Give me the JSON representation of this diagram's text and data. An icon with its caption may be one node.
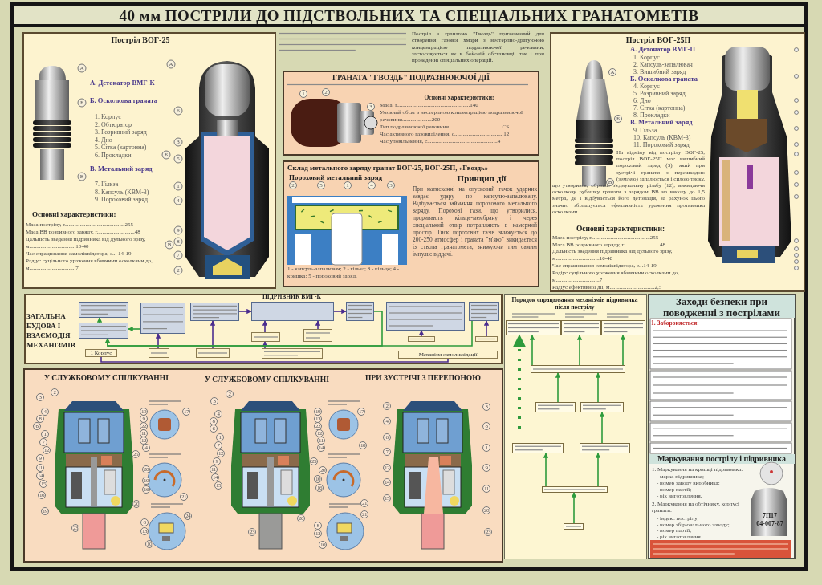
{
  "diagram": {
    "title": "40 мм ПОСТРІЛИ ДО ПІДСТВОЛЬНИХ ТА СПЕЦІАЛЬНИХ ГРАНАТОМЕТІВ",
    "nodes": [
      {
        "text": [
          "Постріл ВОГ-25",
          "А. Детонатор ВМГ-К",
          "Б. Осколкова граната",
          "1. Корпус",
          "2. Обтюратор",
          "3. Розривний заряд",
          "4. Дно",
          "5. Сітка (картонна)",
          "6. Прокладки",
          "В. Метальний заряд",
          "7. Гільза",
          "8. Капсуль (КВМ-3)",
          "9. Пороховий заряд",
          "Основні характеристики:",
          "Маса пострілу, г...........................................255",
          "Маса ВВ розривного заряду, г...........................48",
          "Дальність зведення підривника від дульного зрізу, м.................................10-40",
          "Час спрацювання самоліквідатора, с... 14-19",
          "Радіус суцільного ураження вбивчими осколками до, м.................................7"
        ]
      },
      {
        "text": [
          "ГРАНАТА \"ГВОЗДЬ\" ПОДРАЗНЮЮЧОЇ ДІЇ",
          "Основні характеристики:",
          "Маса, г....................................................140",
          "Умовний обсяг з нестерпною концентрацією подразнюючої речовини.....................200",
          "Тип подразнюючої речовини......................................CS",
          "Час активного газовиділення, с...................................12",
          "Час уповільнення, с..................................................4"
        ]
      },
      {
        "text": [
          "Склад метального заряду гранат ВОГ-25, ВОГ-25П, «Гвоздь»",
          "Пороховий метальний заряд",
          "Принцип дії",
          "При натисканні на спусковий гачок ударник завдає удару по капсулю-запалювачу. Відбувається займання порохового метального заряду. Порохові гази, що утворилися, проривають кільце-мембрану і через спеціальний отвір потрапляють в камерний простір. Тиск порохових газів знижується до 200-250 атмосфер і граната \"м'яко\" викидається із ствола гранатомета, знижуючи тим самим імпульс віддачі.",
          "1 - капсуль-запалювач; 2 - гільза; 3 - кільце; 4 - кришка; 5 - пороховий заряд."
        ]
      },
      {
        "text": [
          "Постріл ВОГ-25П",
          "А. Детонатор ВМГ-П",
          "1. Корпус",
          "2. Капсуль-запалювач",
          "3. Вишибний заряд",
          "Б. Осколкова граната",
          "4. Корпус",
          "5. Розривний заряд",
          "6. Дно",
          "7. Сітка (картонна)",
          "8. Прокладки",
          "В. Метальний заряд",
          "9. Гільза",
          "10. Капсуль (КВМ-3)",
          "11. Пороховий заряд",
          "На відміну від пострілу ВОГ-25, постріл ВОГ-25П має вишибний пороховий заряд (3), який при зустрічі гранати з перешкодою (землею) запалюється і силою тиску, що утворився, обриває з'єднувальну різьбу (12), викидаючи осколкову рубашку гранати з зарядом ВВ на висоту до 1,5 метра, де і відбувається його детонація, за рахунок цього значно збільшується ефективність ураження противника осколками.",
          "Основні характеристики:",
          "Маса пострілу, г..........................................255",
          "Маса ВВ розривного заряду, г..........................48",
          "Дальність зведення підривника від дульного зрізу, м...............................10-40",
          "Час спрацювання самоліквідатора, с...14-19",
          "Радіус суцільного ураження вбивчими осколками до, м...............................7",
          "Радіус ефективної дії, м................................2,5"
        ]
      },
      {
        "text": [
          "ЗАГАЛЬНА БУДОВА І ВЗАЄМОДІЯ МЕХАНІЗМІВ"
        ]
      },
      {
        "text": [],
        "shape": "box",
        "in": 4
      },
      {
        "text": [],
        "shape": "box",
        "in": 4
      },
      {
        "text": [],
        "shape": "box",
        "in": 4
      },
      {
        "text": [],
        "shape": "box",
        "in": 4
      },
      {
        "text": [
          "ПІДРИВНИК ВМГ-К"
        ],
        "in": 4
      },
      {
        "text": [],
        "shape": "box",
        "in": 4
      },
      {
        "text": [],
        "shape": "box",
        "in": 4
      },
      {
        "text": [],
        "shape": "box",
        "in": 4
      },
      {
        "text": [
          "1 Корпус"
        ],
        "in": 4
      },
      {
        "text": [],
        "shape": "box",
        "in": 4
      },
      {
        "text": [],
        "shape": "box",
        "in": 4
      },
      {
        "text": [],
        "shape": "box",
        "in": 4
      },
      {
        "text": [],
        "shape": "box",
        "in": 4
      },
      {
        "text": [],
        "shape": "box",
        "in": 4
      },
      {
        "text": [],
        "shape": "box",
        "in": 4
      },
      {
        "text": [],
        "shape": "box",
        "in": 4
      },
      {
        "text": [
          "Механізм самоліквідації"
        ],
        "in": 4
      },
      {
        "text": [
          "Порядок спрацювання механізмів підривника після пострілу"
        ]
      },
      {
        "text": [],
        "shape": "box",
        "in": 22
      },
      {
        "text": [],
        "shape": "box",
        "in": 22
      },
      {
        "text": [],
        "shape": "box",
        "in": 22
      },
      {
        "text": [],
        "shape": "box",
        "in": 22
      },
      {
        "text": [],
        "shape": "box",
        "in": 22
      },
      {
        "text": [],
        "shape": "box",
        "in": 22
      },
      {
        "text": [],
        "shape": "box",
        "in": 22
      },
      {
        "text": [],
        "shape": "box",
        "in": 22
      },
      {
        "text": [],
        "shape": "box",
        "in": 22
      },
      {
        "text": [],
        "shape": "box",
        "in": 22
      },
      {
        "text": [
          "Заходи безпеки при поводженні з пострілами",
          "1. Забороняється:",
          "Маркування пострілу і підривника",
          "1. Маркування на кришці підривника:",
          "- марка підривника;",
          "- номер заводу виробника;",
          "- номер партії;",
          "- рік виготовлення.",
          "2. Маркування на обтічнику, корпусі гранати:",
          "- індекс пострілу;",
          "- номер збірювального заводу;",
          "- номер партії;",
          "- рік виготовлення."
        ]
      }
    ],
    "edges": [
      {
        "from": 8,
        "to": 9,
        "arrow": "to",
        "color": "#4b2d8f"
      },
      {
        "from": 9,
        "to": 10,
        "arrow": "to",
        "color": "#4b2d8f"
      },
      {
        "from": 7,
        "to": 6,
        "arrow": "to"
      },
      {
        "from": 6,
        "to": 5,
        "arrow": "to"
      },
      {
        "from": 14,
        "to": 7,
        "arrow": "to",
        "color": "#4b2d8f"
      },
      {
        "from": 15,
        "to": 8,
        "arrow": "to",
        "color": "#4b2d8f"
      },
      {
        "from": 16,
        "to": 9,
        "arrow": "to",
        "color": "#4b2d8f"
      },
      {
        "from": 17,
        "to": 9,
        "arrow": "to",
        "color": "#4b2d8f"
      },
      {
        "from": 18,
        "to": 16,
        "arrow": "to",
        "color": "#4b2d8f"
      },
      {
        "from": 19,
        "to": 11,
        "arrow": "to",
        "color": "#4b2d8f"
      },
      {
        "from": 20,
        "to": 12,
        "arrow": "to",
        "color": "#4b2d8f"
      },
      {
        "from": 10,
        "to": 6,
        "arrow": "to"
      },
      {
        "from": 12,
        "to": 6,
        "arrow": "to"
      },
      {
        "from": 13,
        "to": 21,
        "arrow": "none",
        "color": "#4b2d8f"
      },
      {
        "from": 26,
        "to": 23,
        "arrow": "to"
      },
      {
        "from": 26,
        "to": 24,
        "arrow": "to"
      },
      {
        "from": 26,
        "to": 25,
        "arrow": "to"
      },
      {
        "from": 27,
        "to": 26,
        "arrow": "to"
      },
      {
        "from": 28,
        "to": 26,
        "arrow": "to"
      },
      {
        "from": 30,
        "to": 28,
        "arrow": "to"
      },
      {
        "from": 31,
        "to": 29,
        "arrow": "to"
      },
      {
        "from": 31,
        "to": 30,
        "arrow": "to"
      },
      {
        "from": 32,
        "to": 31,
        "arrow": "to"
      },
      {
        "from": null,
        "to": 23,
        "arrow": "to",
        "style": "dashed"
      }
    ],
    "labels": [
      "А",
      "Б",
      "В",
      "А",
      "6",
      "3",
      "Б",
      "5",
      "1",
      "4",
      "9",
      "8",
      "В",
      "7",
      "2",
      "Постріл з гранатою \"Гвоздь\" призначений для створення газової хмари з нестерпно-дратуючою концентрацією подразнюючої речовини, застосовується як в бойовій обстановці, так і при проведенні спеціальних операцій.",
      "1",
      "2",
      "3",
      "2",
      "5",
      "1",
      "4",
      "3",
      "А",
      "Б",
      "В",
      "У СЛУЖБОВОМУ СПІЛКУВАННІ",
      "У СЛУЖБОВОМУ СПІЛКУВАННІ",
      "ПРИ ЗУСТРІЧІ З ПЕРЕПОНОЮ",
      "2",
      "3",
      "4",
      "8",
      "6",
      "1",
      "7",
      "12",
      "9",
      "11",
      "14",
      "15",
      "16",
      "19",
      "23",
      "25",
      "20",
      "19",
      "9",
      "22",
      "11",
      "12",
      "4",
      "17",
      "20",
      "10",
      "16",
      "21",
      "8",
      "13",
      "24",
      "10",
      "2",
      "3",
      "4",
      "8",
      "6",
      "1",
      "7",
      "12",
      "9",
      "11",
      "14",
      "15",
      "23",
      "20",
      "25",
      "19",
      "13",
      "22",
      "12",
      "11",
      "14",
      "17",
      "18",
      "20",
      "10",
      "16",
      "21",
      "21",
      "8",
      "13",
      "10",
      "2",
      "4",
      "6",
      "7",
      "12",
      "14",
      "15",
      "3",
      "8",
      "1",
      "9",
      "11",
      "20",
      "23",
      "7П17",
      "04-007-87"
    ]
  }
}
